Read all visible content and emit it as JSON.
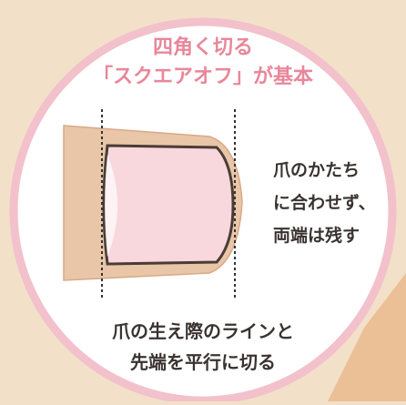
{
  "title": {
    "line1": "四角く切る",
    "line2": "「スクエアオフ」が基本"
  },
  "side_note": {
    "line1": "爪のかたち",
    "line2": "に合わせず、",
    "line3": "両端は残す"
  },
  "caption": {
    "line1": "爪の生え際のラインと",
    "line2": "先端を平行に切る"
  },
  "colors": {
    "accent": "#e8879a",
    "circle_fill": "#ffffff",
    "circle_border": "#f2c1cb",
    "skin": "#e9c6a8",
    "nail": "#f8d8dc",
    "text": "#3a3330",
    "guide_line": "#333333"
  }
}
